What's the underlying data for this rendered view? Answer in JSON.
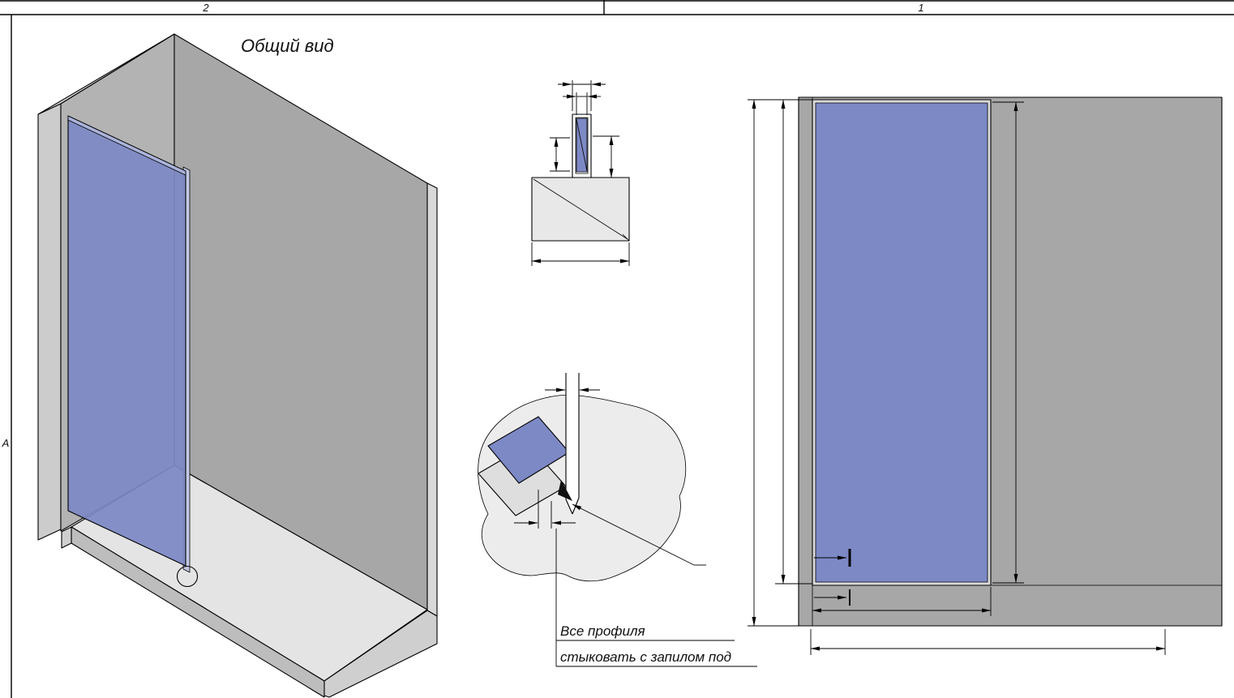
{
  "sheet": {
    "zone_top_left": "2",
    "zone_top_right": "1",
    "zone_row_left": "А"
  },
  "general_view": {
    "title": "Общий вид"
  },
  "detail_note": {
    "line1": "Все профиля",
    "line2": "стыковать с запилом под"
  },
  "colors": {
    "paper": "#ffffff",
    "line": "#000000",
    "wall": "#a7a7a7",
    "wall_inner": "#b3b3b3",
    "wall_light": "#cccccc",
    "wall_sliver": "#d8d8d8",
    "floor": "#e4e4e4",
    "tray": "#bdbdbd",
    "glass": "#7d89c5",
    "glass_edge": "#aab3da",
    "profile": "#dedede",
    "cloud": "#ececec"
  }
}
